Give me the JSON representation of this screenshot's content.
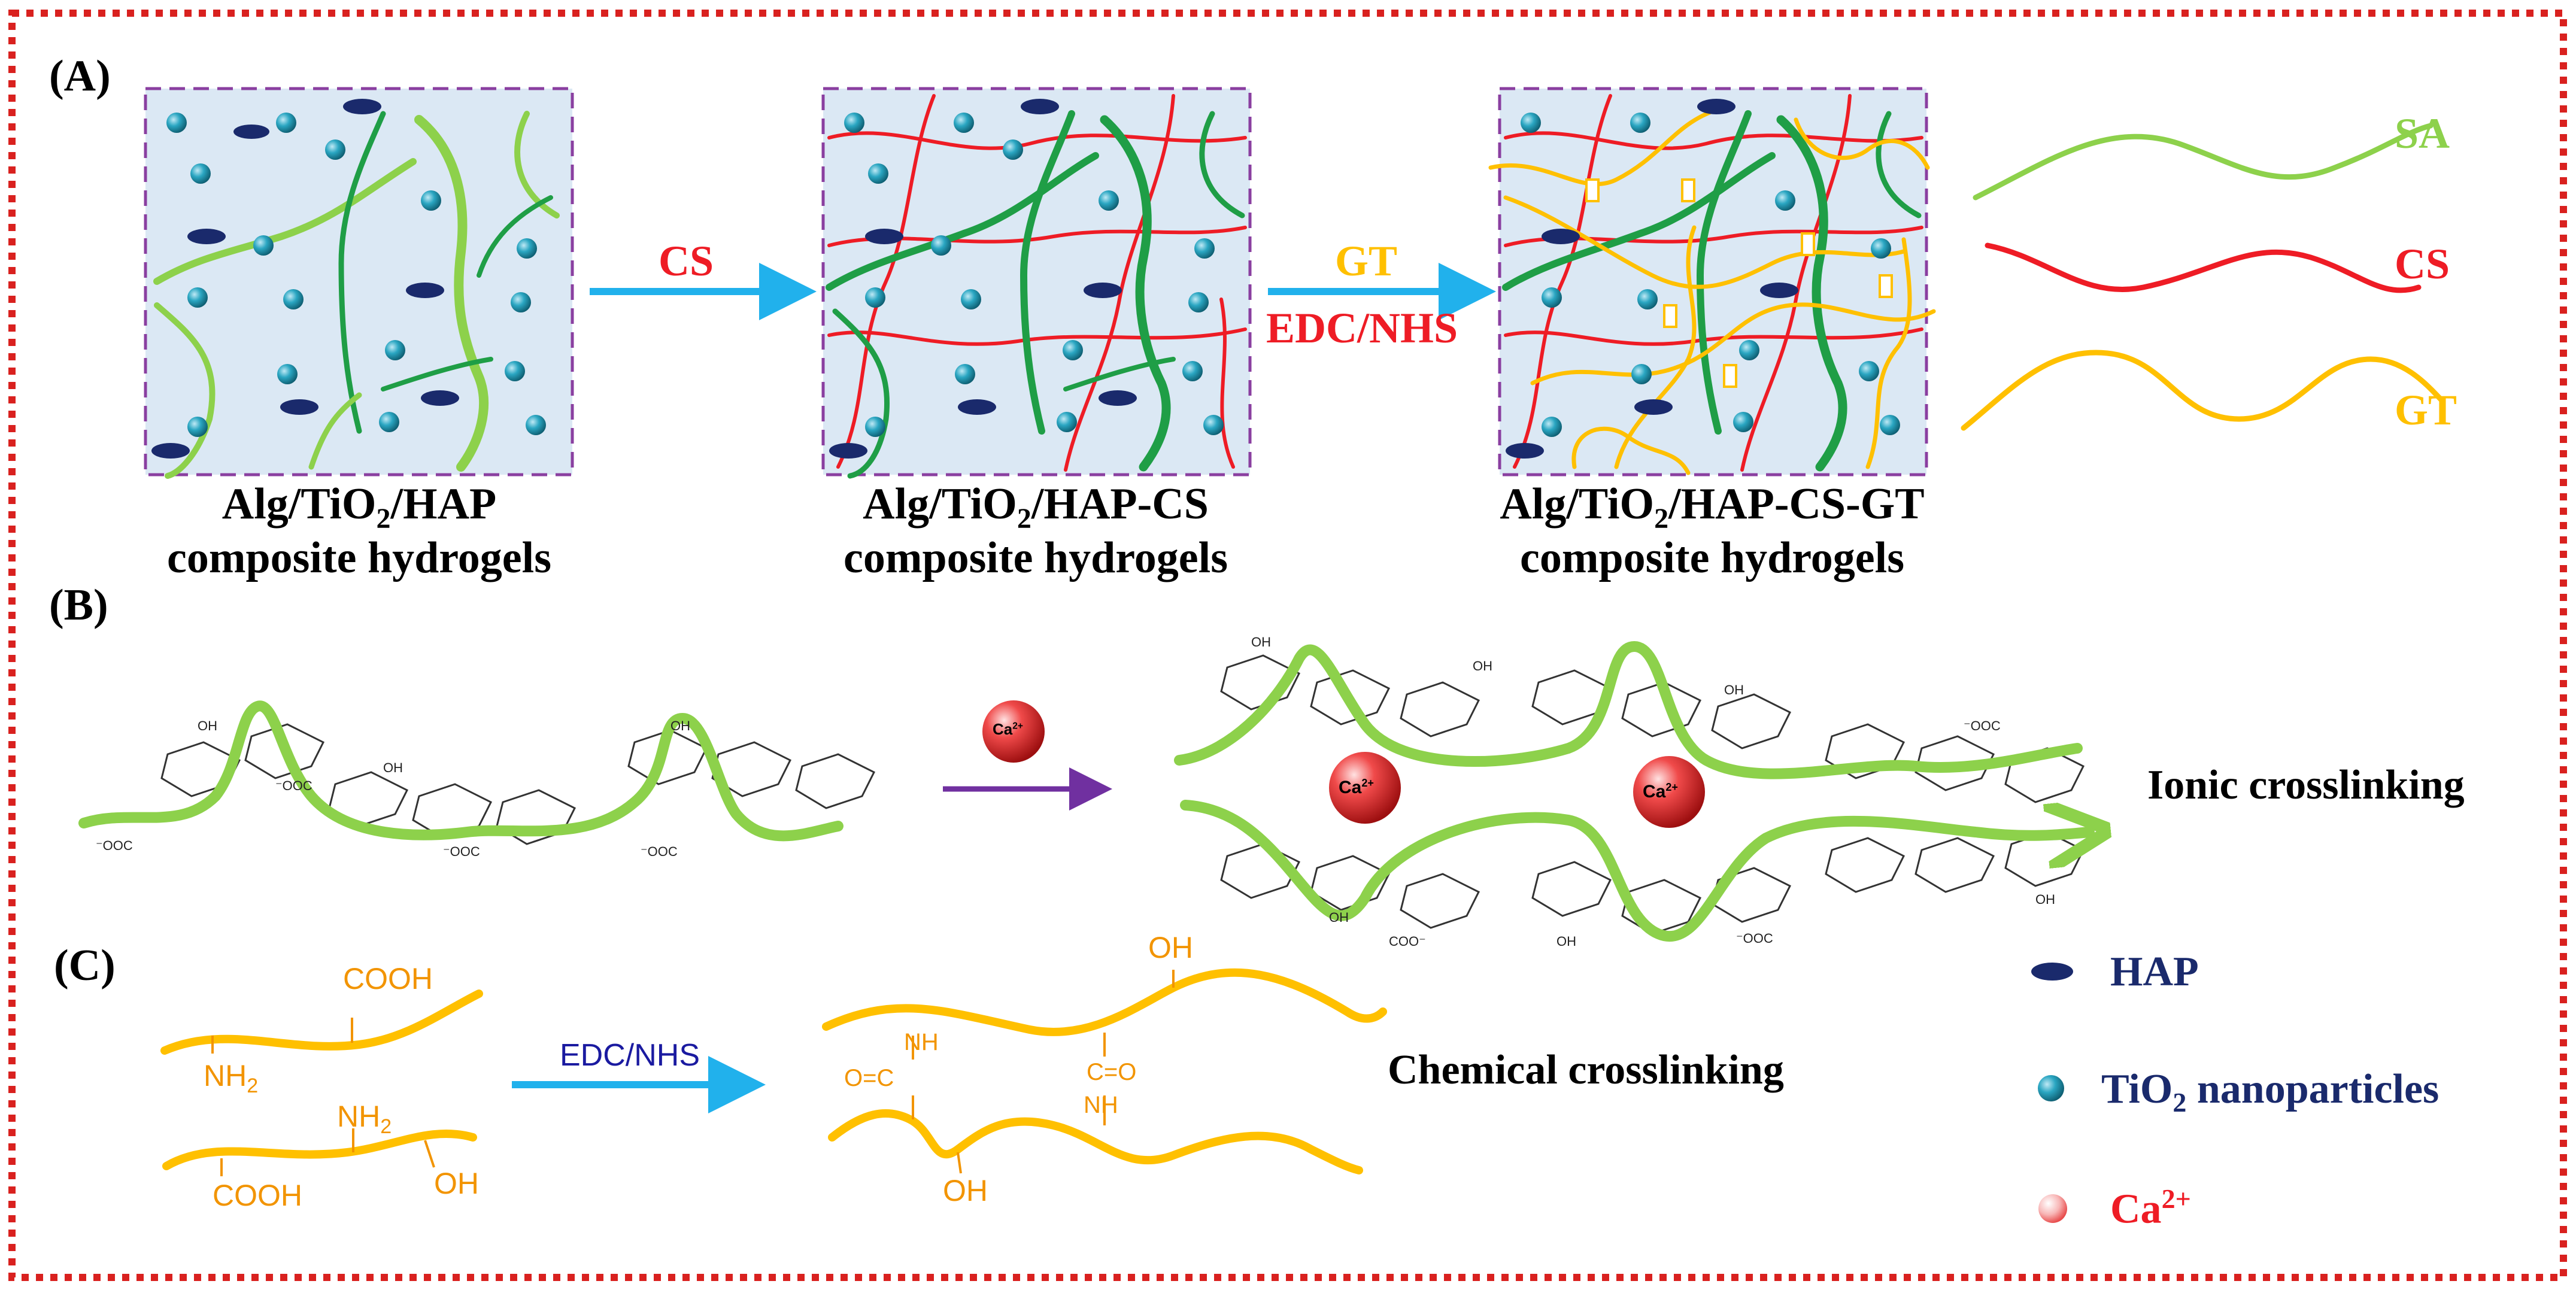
{
  "panel_labels": {
    "a": "(A)",
    "b": "(B)",
    "c": "(C)"
  },
  "panel_a": {
    "step1": {
      "line1_pre": "Alg/TiO",
      "line1_sub": "2",
      "line1_post": "/HAP",
      "line2": "composite hydrogels"
    },
    "step2": {
      "line1_pre": "Alg/TiO",
      "line1_sub": "2",
      "line1_post": "/HAP-CS",
      "line2": "composite hydrogels"
    },
    "step3": {
      "line1_pre": "Alg/TiO",
      "line1_sub": "2",
      "line1_post": "/HAP-CS-GT",
      "line2": "composite hydrogels"
    },
    "arrow1_label": "CS",
    "arrow2_label_top": "GT",
    "arrow2_label_bottom": "EDC/NHS",
    "legend": [
      {
        "label": "SA",
        "color": "#8dd14b"
      },
      {
        "label": "CS",
        "color": "#ee1c25"
      },
      {
        "label": "GT",
        "color": "#ffc000"
      }
    ]
  },
  "panel_b": {
    "ion_in_arrow": "Ca",
    "ion_charge": "2+",
    "ion_left": "Ca",
    "ion_right": "Ca",
    "result_label": "Ionic crosslinking",
    "group_oh": "OH",
    "group_ooc": "⁻OOC",
    "group_coo": "COO⁻"
  },
  "panel_c": {
    "cooh": "COOH",
    "nh2_pre": "NH",
    "nh2_sub": "2",
    "oh": "OH",
    "nh": "NH",
    "co": "C=O",
    "oc": "O=C",
    "arrow_label": "EDC/NHS",
    "result_label": "Chemical crosslinking"
  },
  "side_legend": {
    "hap": "HAP",
    "tio2_pre": "TiO",
    "tio2_sub": "2",
    "tio2_post": " nanoparticles",
    "ca_pre": "Ca",
    "ca_sup": "2+"
  },
  "colors": {
    "border": "#d9211f",
    "box_fill": "#dbe8f4",
    "box_border": "#8a3fa0",
    "sa_green": "#8dd14b",
    "sa_dark": "#1f9e46",
    "cs_red": "#ee1c25",
    "gt_yellow": "#ffc000",
    "chem_orange": "#f29400",
    "arrow_blue": "#21b1ec",
    "arrow_purple": "#7030a0",
    "navy": "#1a2a6c",
    "teal": "#1f8fa8"
  }
}
